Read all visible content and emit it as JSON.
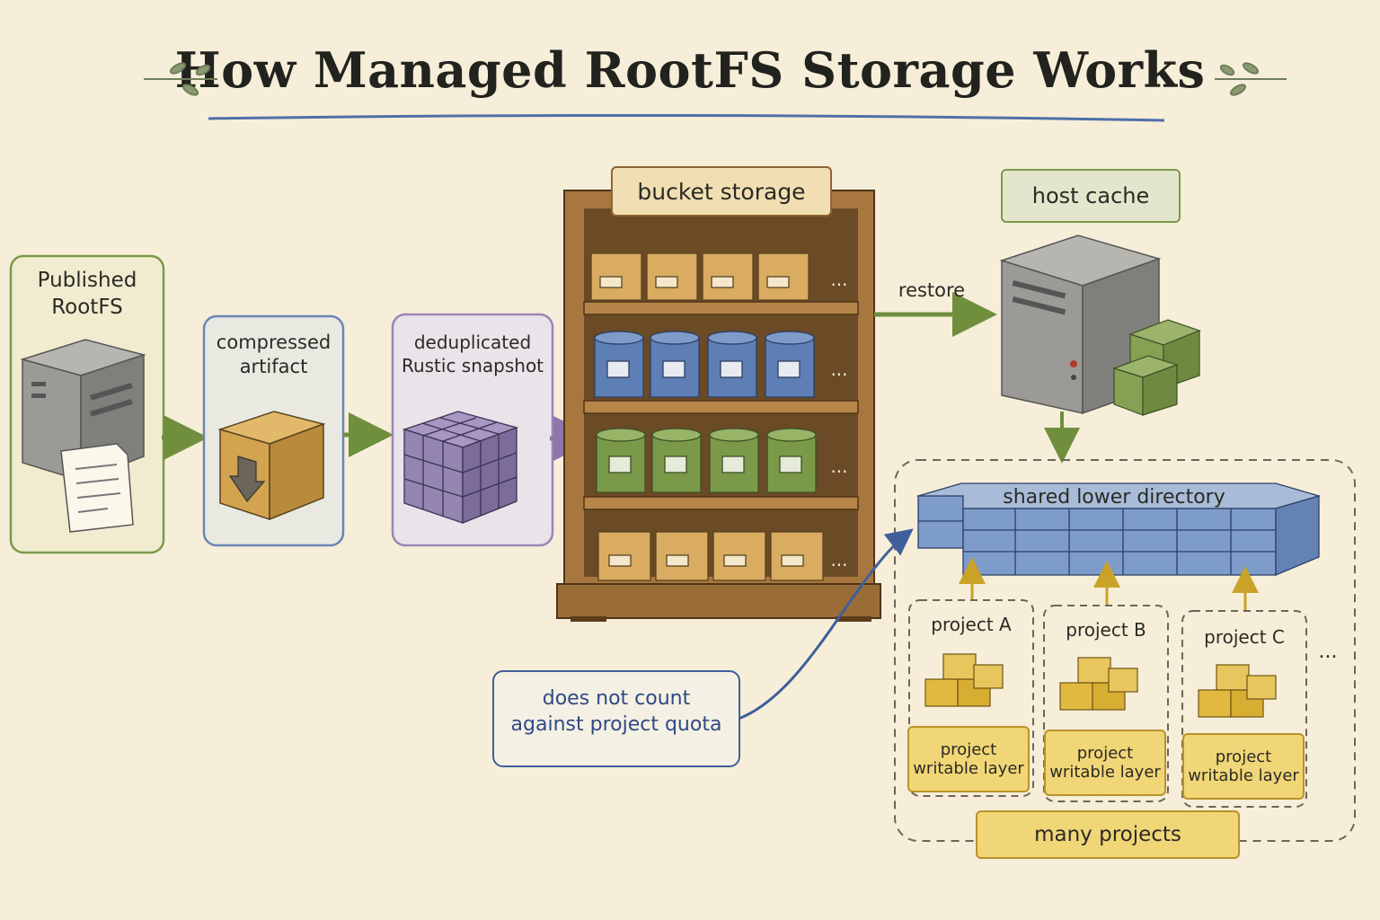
{
  "title": "How Managed RootFS Storage Works",
  "stages": {
    "published": {
      "line1": "Published",
      "line2": "RootFS"
    },
    "compressed": {
      "line1": "compressed",
      "line2": "artifact"
    },
    "deduplicated": {
      "line1": "deduplicated",
      "line2": "Rustic snapshot"
    }
  },
  "bucket": {
    "label": "bucket storage",
    "ellipsis": "..."
  },
  "restore": "restore",
  "host_cache": {
    "label": "host cache"
  },
  "shared": {
    "label": "shared lower directory"
  },
  "quota_note": {
    "line1": "does not count",
    "line2": "against project quota"
  },
  "projects": [
    {
      "name": "project A",
      "layer_line1": "project",
      "layer_line2": "writable layer"
    },
    {
      "name": "project B",
      "layer_line1": "project",
      "layer_line2": "writable layer"
    },
    {
      "name": "project C",
      "layer_line1": "project",
      "layer_line2": "writable layer"
    }
  ],
  "projects_ellipsis": "...",
  "many_projects": "many projects",
  "colors": {
    "green": "#7a9a4a",
    "blue": "#6b86b6",
    "purple": "#9b86b5",
    "wood": "#8f6433",
    "yellow": "#e8c65e",
    "gray": "#8f8f8c"
  }
}
